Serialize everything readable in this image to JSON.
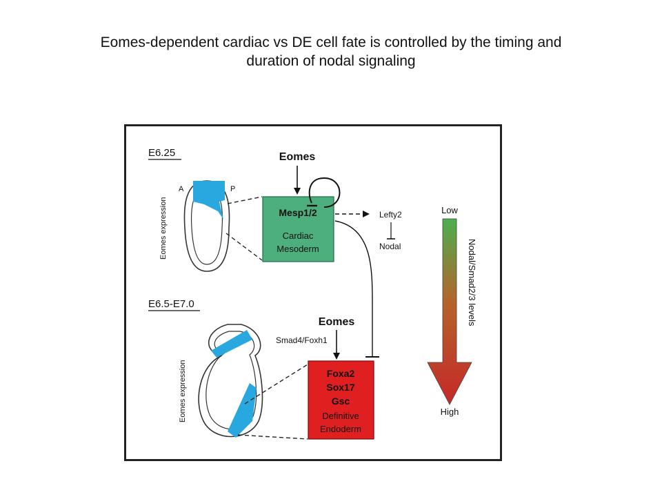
{
  "slide": {
    "title_line1": "Eomes-dependent cardiac vs DE cell fate is controlled by the timing and",
    "title_line2": "duration of nodal signaling"
  },
  "figure": {
    "stage_top": "E6.25",
    "stage_bottom": "E6.5-E7.0",
    "eomes_expression_label": "Eomes expression",
    "anterior_label": "A",
    "posterior_label": "P",
    "eomes_top": "Eomes",
    "eomes_bottom": "Eomes",
    "smad_label": "Smad4/Foxh1",
    "cardiac_box": {
      "gene": "Mesp1/2",
      "line1": "Cardiac",
      "line2": "Mesoderm",
      "color": "#4caf7d"
    },
    "endoderm_box": {
      "gene1": "Foxa2",
      "gene2": "Sox17",
      "gene3": "Gsc",
      "line1": "Definitive",
      "line2": "Endoderm",
      "color": "#e02020"
    },
    "lefty_label": "Lefty2",
    "nodal_label": "Nodal",
    "gradient": {
      "low_label": "Low",
      "high_label": "High",
      "axis_label": "Nodal/Smad2/3 levels",
      "color_low": "#4caf50",
      "color_high": "#c62828"
    },
    "expression_color": "#29a8e0"
  }
}
